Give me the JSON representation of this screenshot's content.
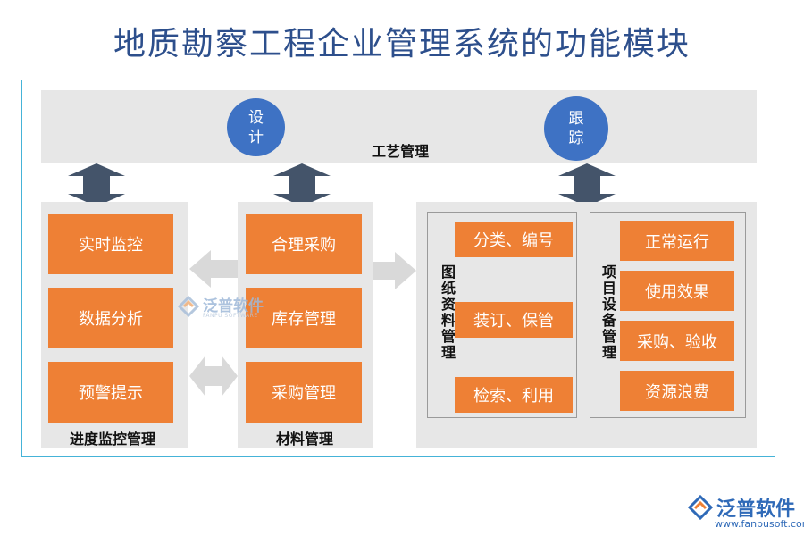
{
  "title": "地质勘察工程企业管理系统的功能模块",
  "top_bar": {
    "label": "工艺管理",
    "circle_left": [
      "设",
      "计"
    ],
    "circle_right": [
      "跟",
      "踪"
    ]
  },
  "progress": {
    "label": "进度监控管理",
    "items": [
      "实时监控",
      "数据分析",
      "预警提示"
    ]
  },
  "material": {
    "label": "材料管理",
    "items": [
      "合理采购",
      "库存管理",
      "采购管理"
    ]
  },
  "drawings": {
    "label_chars": [
      "图",
      "纸",
      "资",
      "料",
      "管",
      "理"
    ],
    "items": [
      "分类、编号",
      "装订、保管",
      "检索、利用"
    ]
  },
  "equipment": {
    "label_chars": [
      "项",
      "目",
      "设",
      "备",
      "管",
      "理"
    ],
    "items": [
      "正常运行",
      "使用效果",
      "采购、验收",
      "资源浪费"
    ]
  },
  "watermark": {
    "text": "泛普软件",
    "sub": "FANPU SOFTWARE"
  },
  "logo": {
    "text": "泛普软件",
    "url": "www.fanpusoft.com"
  },
  "colors": {
    "title": "#2d4f8c",
    "frame_border": "#45b3d8",
    "panel": "#e7e7e7",
    "box": "#ee8035",
    "circle": "#3e72c4",
    "double_arrow": "#44546a",
    "flow_arrow": "#d9d9d9"
  }
}
